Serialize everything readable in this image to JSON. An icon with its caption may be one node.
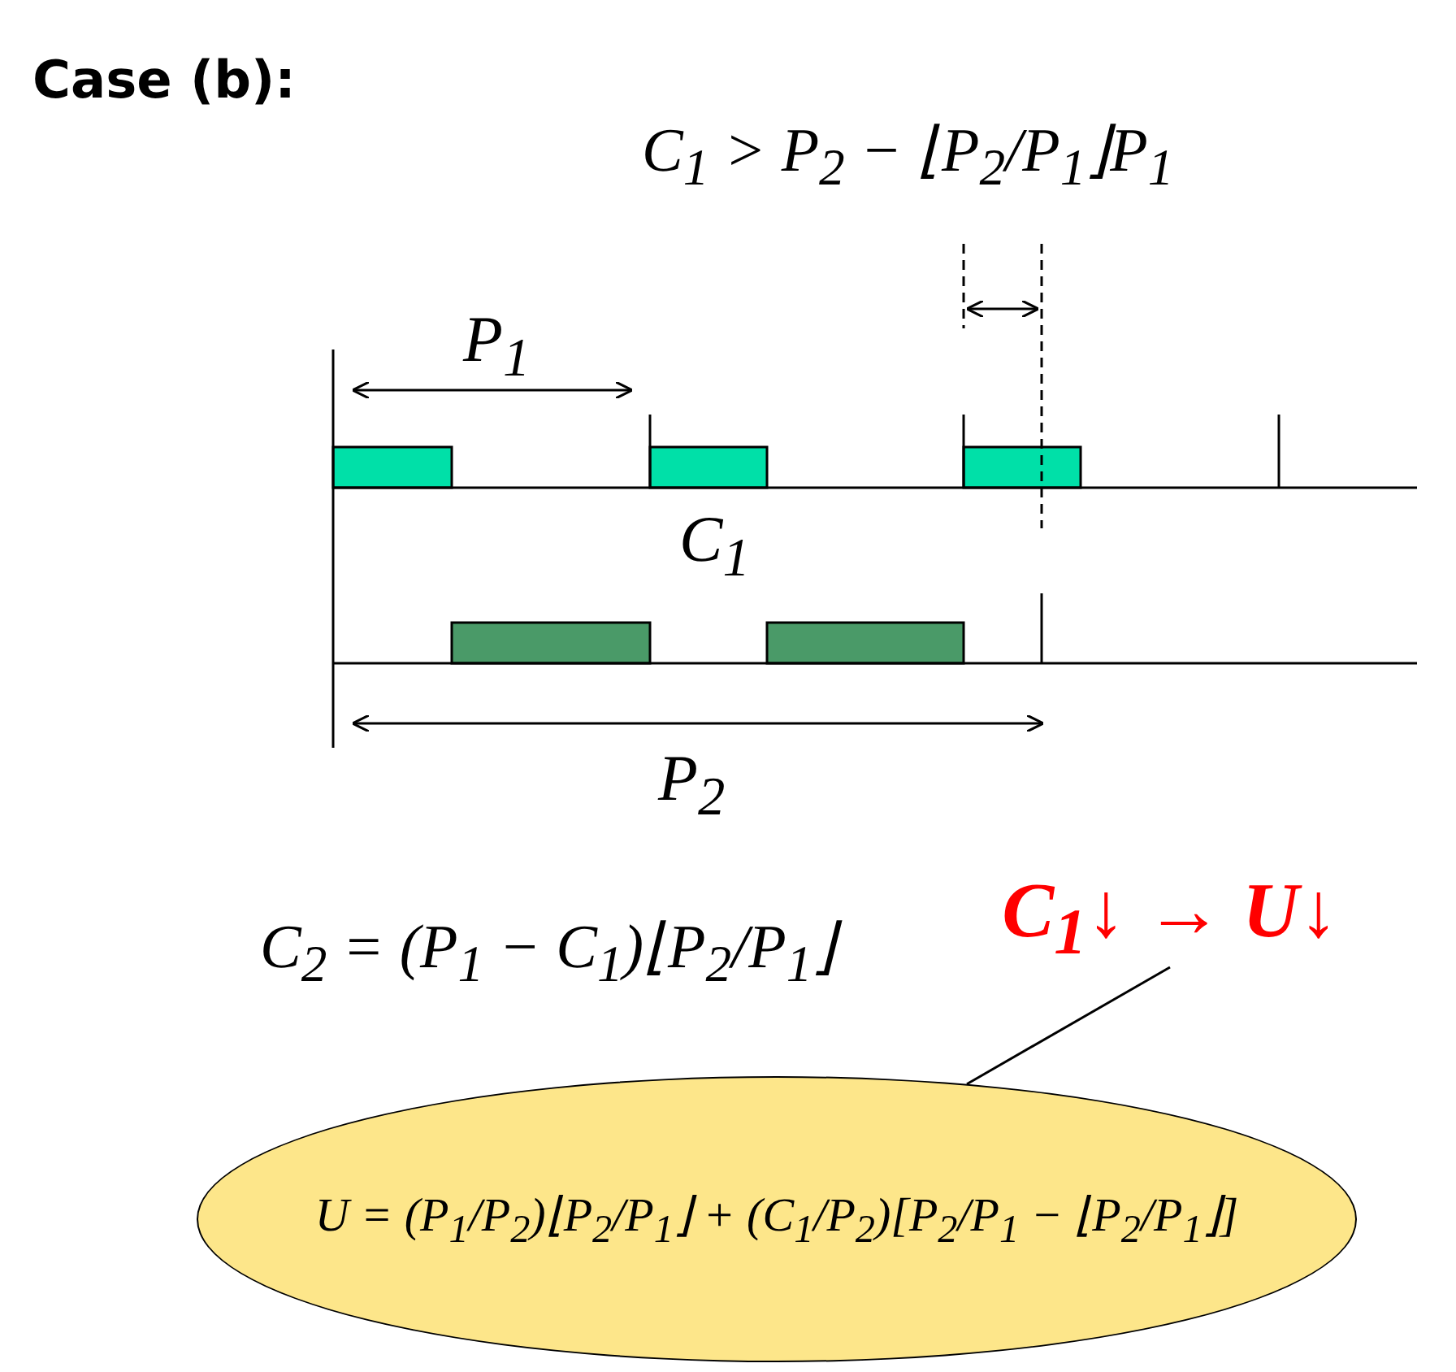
{
  "diagram": {
    "title": "Case (b):",
    "nodes": [
      {
        "text": [
          "C$_{1}$↓ → U↓"
        ]
      },
      {
        "text": [
          "U = (P$_{1}$/P$_{2}$)⌊P$_{2}$/P$_{1}$⌋ + (C$_{1}$/P$_{2}$)[P$_{2}$/P$_{1}$ − ⌊P$_{2}$/P$_{1}$⌋]"
        ]
      }
    ],
    "edges": [
      {
        "from": 0,
        "to": 1,
        "arrow": "none"
      }
    ],
    "labels": [
      "C$_{1}$ > P$_{2}$ − ⌊P$_{2}$/P$_{1}$⌋P$_{1}$",
      "P$_{1}$",
      "C$_{1}$",
      "P$_{2}$",
      "C$_{2}$ = (P$_{1}$ − C$_{1}$)⌊P$_{2}$/P$_{1}$⌋"
    ]
  }
}
